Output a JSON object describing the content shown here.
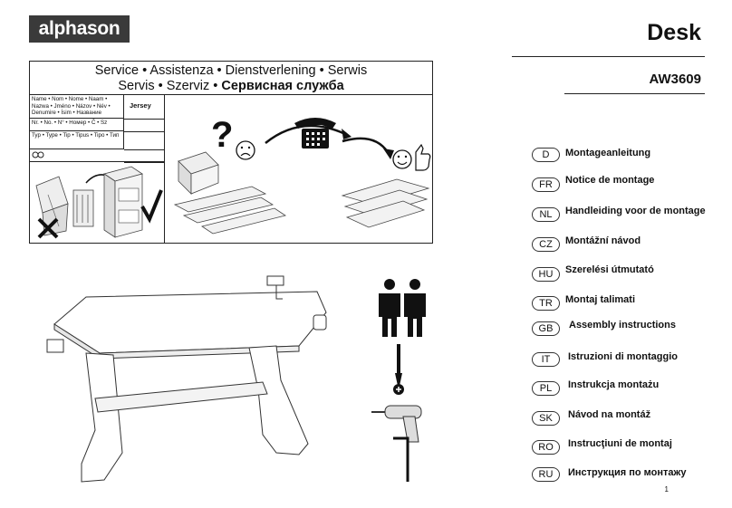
{
  "brand": "alphason",
  "doc_title": "Desk",
  "model": "AW3609",
  "service": {
    "line1": "Service • Assistenza • Dienstverlening • Serwis",
    "line2_plain": "Servis • Szerviz • ",
    "line2_bold": "Сервисная служба",
    "name_label": "Name • Nom • Nome • Naam • Nazwa • Jméno • Názov • Név • Denumire • İsim • Название",
    "number_label": "Nr. • No. • N° • Номер • Č • Sz",
    "type_label": "Typ • Type • Tip • Tipus • Tipo • Тип",
    "value": "Jersey"
  },
  "languages": [
    {
      "code": "D",
      "text": "Montageanleitung"
    },
    {
      "code": "FR",
      "text": "Notice de montage"
    },
    {
      "code": "NL",
      "text": "Handleiding voor de montage"
    },
    {
      "code": "CZ",
      "text": "Montážní návod"
    },
    {
      "code": "HU",
      "text": "Szerelési útmutató"
    },
    {
      "code": "TR",
      "text": "Montaj talimati"
    },
    {
      "code": "GB",
      "text": "Assembly instructions"
    },
    {
      "code": "IT",
      "text": "Istruzioni di montaggio"
    },
    {
      "code": "PL",
      "text": "Instrukcja montażu"
    },
    {
      "code": "SK",
      "text": "Návod na montáž"
    },
    {
      "code": "RO",
      "text": "Instrucţiuni de montaj"
    },
    {
      "code": "RU",
      "text": "Инструкция по монтажу"
    }
  ],
  "page_number": "1",
  "icons": [
    "question-mark-icon",
    "sad-face-icon",
    "telephone-icon",
    "happy-face-icon",
    "thumbs-up-icon",
    "cross-icon",
    "checkmark-icon",
    "two-people-icon",
    "screwdriver-icon",
    "drill-icon",
    "allen-key-icon"
  ]
}
